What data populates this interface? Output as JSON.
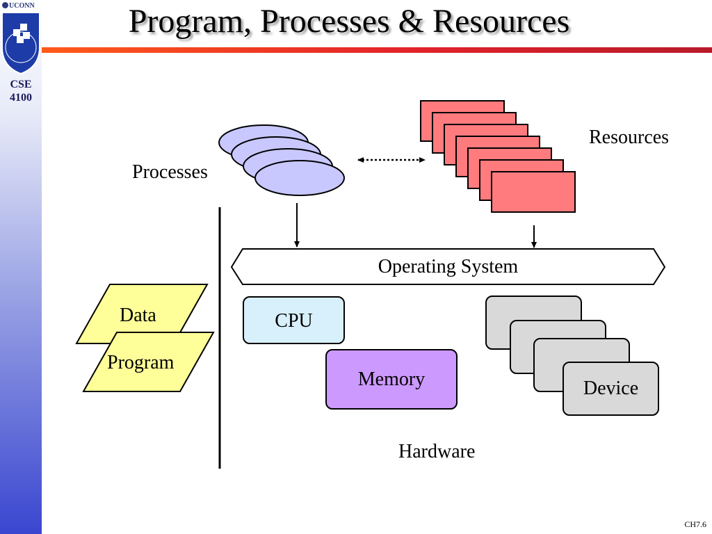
{
  "header": {
    "institution": "UCONN",
    "course": "CSE 4100",
    "title": "Program, Processes & Resources"
  },
  "diagram": {
    "processes_label": "Processes",
    "resources_label": "Resources",
    "os_label": "Operating System",
    "data_label": "Data",
    "program_label": "Program",
    "cpu_label": "CPU",
    "memory_label": "Memory",
    "device_label": "Device",
    "hardware_label": "Hardware"
  },
  "colors": {
    "process_fill": "#c8c8ff",
    "resource_fill": "#ff7b7e",
    "cpu_fill": "#d8f0fc",
    "memory_fill": "#cc99ff",
    "device_fill": "#d9d9d9",
    "data_fill": "#ffff99",
    "title_rule": "#e2232a"
  },
  "footer": {
    "slide_number": "CH7.6"
  }
}
